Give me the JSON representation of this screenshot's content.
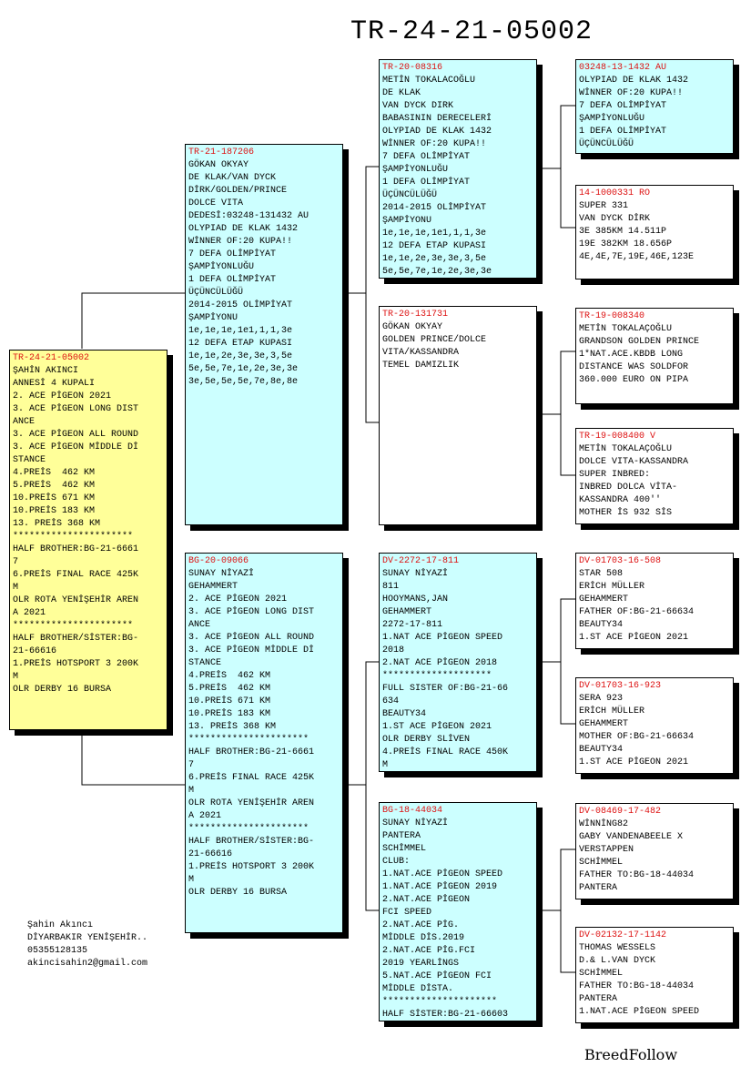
{
  "title": "TR-24-21-05002",
  "subject": {
    "ring": "TR-24-21-05002",
    "lines": [
      "ŞAHİN AKINCI",
      "ANNESİ 4 KUPALI",
      "2. ACE PİGEON 2021",
      "3. ACE PİGEON LONG DIST",
      "ANCE",
      "3. ACE PİGEON ALL ROUND",
      "3. ACE PİGEON MİDDLE Dİ",
      "STANCE",
      "4.PREİS  462 KM",
      "5.PREİS  462 KM",
      "10.PREİS 671 KM",
      "10.PREİS 183 KM",
      "13. PREİS 368 KM",
      "**********************",
      "HALF BROTHER:BG-21-6661",
      "7",
      "6.PREİS FINAL RACE 425K",
      "M",
      "OLR ROTA YENİŞEHİR AREN",
      "A 2021",
      "**********************",
      "HALF BROTHER/SİSTER:BG-",
      "21-66616",
      "1.PREİS HOTSPORT 3 200K",
      "M",
      "OLR DERBY 16 BURSA"
    ]
  },
  "sire": {
    "ring": "TR-21-187206",
    "lines": [
      "GÖKAN OKYAY",
      "DE KLAK/VAN DYCK",
      "DİRK/GOLDEN/PRINCE",
      "DOLCE VITA",
      "DEDESİ:03248-131432 AU",
      "OLYPIAD DE KLAK 1432",
      "WİNNER OF:20 KUPA!!",
      "7 DEFA OLİMPİYAT",
      "ŞAMPİYONLUĞU",
      "1 DEFA OLİMPİYAT",
      "ÜÇÜNCÜLÜĞÜ",
      "2014-2015 OLİMPİYAT",
      "ŞAMPİYONU",
      "1e,1e,1e,1e1,1,1,3e",
      "12 DEFA ETAP KUPASI",
      "1e,1e,2e,3e,3e,3,5e",
      "5e,5e,7e,1e,2e,3e,3e",
      "3e,5e,5e,5e,7e,8e,8e"
    ]
  },
  "dam": {
    "ring": "BG-20-09066",
    "lines": [
      "SUNAY NİYAZİ",
      "GEHAMMERT",
      "2. ACE PİGEON 2021",
      "3. ACE PİGEON LONG DIST",
      "ANCE",
      "3. ACE PİGEON ALL ROUND",
      "3. ACE PİGEON MİDDLE Dİ",
      "STANCE",
      "4.PREİS  462 KM",
      "5.PREİS  462 KM",
      "10.PREİS 671 KM",
      "10.PREİS 183 KM",
      "13. PREİS 368 KM",
      "**********************",
      "HALF BROTHER:BG-21-6661",
      "7",
      "6.PREİS FINAL RACE 425K",
      "M",
      "OLR ROTA YENİŞEHİR AREN",
      "A 2021",
      "**********************",
      "HALF BROTHER/SİSTER:BG-",
      "21-66616",
      "1.PREİS HOTSPORT 3 200K",
      "M",
      "OLR DERBY 16 BURSA"
    ]
  },
  "ss": {
    "ring": "TR-20-08316",
    "lines": [
      "METİN TOKALACOĞLU",
      "DE KLAK",
      "VAN DYCK DIRK",
      "BABASININ DERECELERİ",
      "OLYPIAD DE KLAK 1432",
      "WİNNER OF:20 KUPA!!",
      "7 DEFA OLİMPİYAT",
      "ŞAMPİYONLUĞU",
      "1 DEFA OLİMPİYAT",
      "ÜÇÜNCÜLÜĞÜ",
      "2014-2015 OLİMPİYAT",
      "ŞAMPİYONU",
      "1e,1e,1e,1e1,1,1,3e",
      "12 DEFA ETAP KUPASI",
      "1e,1e,2e,3e,3e,3,5e",
      "5e,5e,7e,1e,2e,3e,3e"
    ]
  },
  "sd": {
    "ring": "TR-20-131731",
    "lines": [
      "GÖKAN OKYAY",
      "GOLDEN PRINCE/DOLCE",
      "VITA/KASSANDRA",
      "TEMEL DAMIZLIK"
    ]
  },
  "ds": {
    "ring": "DV-2272-17-811",
    "lines": [
      "SUNAY NİYAZİ",
      "811",
      "HOOYMANS,JAN",
      "GEHAMMERT",
      "2272-17-811",
      "1.NAT ACE PİGEON SPEED",
      "2018",
      "2.NAT ACE PİGEON 2018",
      "********************",
      "FULL SISTER OF:BG-21-66",
      "634",
      "BEAUTY34",
      "1.ST ACE PİGEON 2021",
      "OLR DERBY SLİVEN",
      "4.PREİS FINAL RACE 450K",
      "M"
    ]
  },
  "dd": {
    "ring": "BG-18-44034",
    "lines": [
      "SUNAY NİYAZİ",
      "PANTERA",
      "SCHİMMEL",
      "CLUB:",
      "1.NAT.ACE PİGEON SPEED",
      "1.NAT.ACE PİGEON 2019",
      "2.NAT.ACE PİGEON",
      "FCI SPEED",
      "2.NAT.ACE PİG.",
      "MİDDLE DİS.2019",
      "2.NAT.ACE PİG.FCI",
      "2019 YEARLİNGS",
      "5.NAT.ACE PİGEON FCI",
      "MİDDLE DİSTA.",
      "*********************",
      "HALF SİSTER:BG-21-66603"
    ]
  },
  "sss": {
    "ring": "03248-13-1432 AU",
    "lines": [
      "OLYPIAD DE KLAK 1432",
      "WİNNER OF:20 KUPA!!",
      "7 DEFA OLİMPİYAT",
      "ŞAMPİYONLUĞU",
      "1 DEFA OLİMPİYAT",
      "ÜÇÜNCÜLÜĞÜ"
    ]
  },
  "ssd": {
    "ring": "14-1000331 RO",
    "lines": [
      "SUPER 331",
      "VAN DYCK DİRK",
      "3E 385KM 14.511P",
      "19E 382KM 18.656P",
      "4E,4E,7E,19E,46E,123E"
    ]
  },
  "sds": {
    "ring": "TR-19-008340",
    "lines": [
      "METİN TOKALAÇOĞLU",
      "GRANDSON GOLDEN PRINCE",
      "1*NAT.ACE.KBDB LONG",
      "DISTANCE WAS SOLDFOR",
      "360.000 EURO ON PIPA"
    ]
  },
  "sdd": {
    "ring": "TR-19-008400 V",
    "lines": [
      "METİN TOKALAÇOĞLU",
      "DOLCE VITA-KASSANDRA",
      "SUPER INBRED:",
      "INBRED DOLCA VİTA-",
      "KASSANDRA 400''",
      "MOTHER İS 932 SİS"
    ]
  },
  "dss": {
    "ring": "DV-01703-16-508",
    "lines": [
      "STAR 508",
      "ERİCH MÜLLER",
      "GEHAMMERT",
      "FATHER OF:BG-21-66634",
      "BEAUTY34",
      "1.ST ACE PİGEON 2021"
    ]
  },
  "dsd": {
    "ring": "DV-01703-16-923",
    "lines": [
      "SERA 923",
      "ERİCH MÜLLER",
      "GEHAMMERT",
      "MOTHER OF:BG-21-66634",
      "BEAUTY34",
      "1.ST ACE PİGEON 2021"
    ]
  },
  "dds": {
    "ring": "DV-08469-17-482",
    "lines": [
      "WİNNİNG82",
      "GABY VANDENABEELE X",
      "VERSTAPPEN",
      "SCHİMMEL",
      "FATHER TO:BG-18-44034",
      "PANTERA"
    ]
  },
  "ddd": {
    "ring": "DV-02132-17-1142",
    "lines": [
      "THOMAS WESSELS",
      "D.& L.VAN DYCK",
      "SCHİMMEL",
      "FATHER TO:BG-18-44034",
      "PANTERA",
      "1.NAT.ACE PİGEON SPEED"
    ]
  },
  "contact": {
    "name": "Şahin Akıncı",
    "city": "DİYARBAKIR YENİŞEHİR..",
    "phone": "05355128135",
    "email": "akincisahin2@gmail.com"
  },
  "brand": "BreedFollow"
}
